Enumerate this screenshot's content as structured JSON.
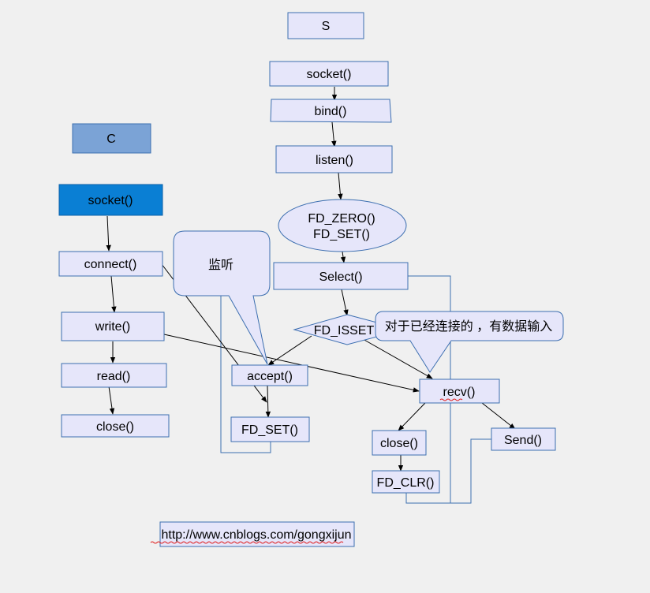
{
  "server": {
    "title": "S",
    "socket": "socket()",
    "bind": "bind()",
    "listen": "listen()",
    "fd_zero": "FD_ZERO()",
    "fd_set_init": "FD_SET()",
    "select": "Select()",
    "fd_isset": "FD_ISSET",
    "accept": "accept()",
    "fd_set_add": "FD_SET()",
    "recv": "recv()",
    "close": "close()",
    "fd_clr": "FD_CLR()",
    "send": "Send()"
  },
  "client": {
    "title": "C",
    "socket": "socket()",
    "connect": "connect()",
    "write": "write()",
    "read": "read()",
    "close": "close()"
  },
  "callouts": {
    "listen_note": "监听",
    "data_note": "对于已经连接的 ，有数据输入"
  },
  "footer": {
    "url": "http://www.cnblogs.com/gongxijun"
  },
  "colors": {
    "box_fill": "#e6e6fa",
    "box_stroke": "#3d6fb0",
    "client_title_fill": "#7ba3d6",
    "client_socket_fill": "#0a7fd4",
    "background": "#f0f0f0"
  }
}
